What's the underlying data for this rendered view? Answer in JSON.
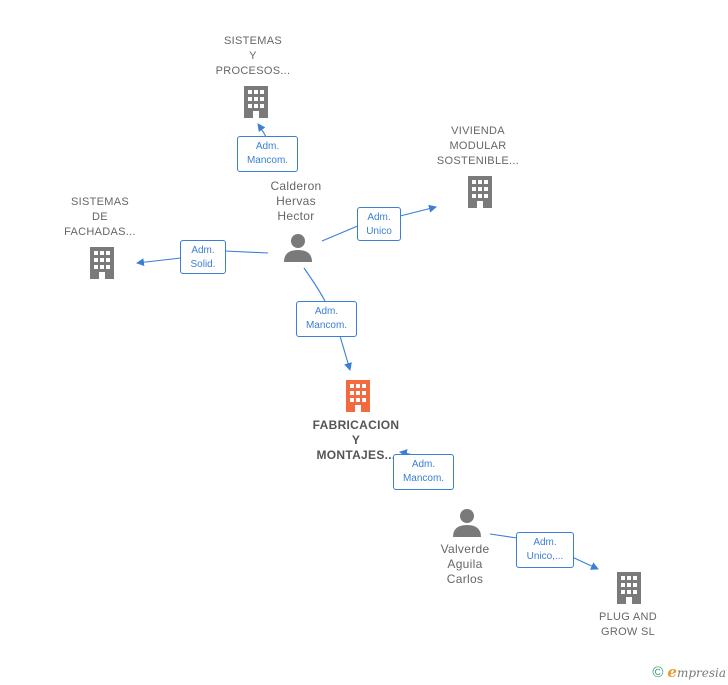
{
  "nodes": {
    "sistemas_procesos": {
      "lines": [
        "SISTEMAS",
        "Y",
        "PROCESOS..."
      ]
    },
    "vivienda_modular": {
      "lines": [
        "VIVIENDA",
        "MODULAR",
        "SOSTENIBLE..."
      ]
    },
    "sistemas_fachadas": {
      "lines": [
        "SISTEMAS",
        "DE",
        "FACHADAS..."
      ]
    },
    "calderon": {
      "lines": [
        "Calderon",
        "Hervas",
        "Hector"
      ]
    },
    "fabricacion": {
      "lines": [
        "FABRICACION",
        "Y",
        "MONTAJES..."
      ]
    },
    "valverde": {
      "lines": [
        "Valverde",
        "Aguila",
        "Carlos"
      ]
    },
    "plug_and_grow": {
      "lines": [
        "PLUG AND",
        "GROW  SL"
      ]
    }
  },
  "edges": {
    "e1": {
      "lines": [
        "Adm.",
        "Mancom."
      ]
    },
    "e2": {
      "lines": [
        "Adm.",
        "Unico"
      ]
    },
    "e3": {
      "lines": [
        "Adm.",
        "Solid."
      ]
    },
    "e4": {
      "lines": [
        "Adm.",
        "Mancom."
      ]
    },
    "e5": {
      "lines": [
        "Adm.",
        "Mancom."
      ]
    },
    "e6": {
      "lines": [
        "Adm.",
        "Unico,..."
      ]
    }
  },
  "footer": {
    "copyright_symbol": "©",
    "brand_initial": "e",
    "brand_rest": "mpresia"
  },
  "colors": {
    "company": "#7a7a7a",
    "main_company": "#f26a3d",
    "person": "#7a7a7a",
    "edge": "#3a7fd5"
  }
}
